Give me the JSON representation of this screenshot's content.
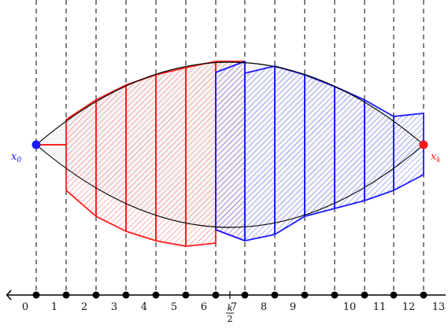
{
  "axis": {
    "tick_labels": [
      "0",
      "1",
      "2",
      "3",
      "4",
      "5",
      "6",
      "7",
      "8",
      "9",
      "10",
      "11",
      "12",
      "13"
    ],
    "midpoint_label": {
      "numerator": "k",
      "denominator": "2"
    }
  },
  "points": {
    "start": {
      "label": "x",
      "subscript": "0",
      "color": "#1a1aff"
    },
    "end": {
      "label": "x",
      "subscript": "k",
      "color": "#ff1a1a"
    }
  },
  "colors": {
    "left_family": "#ff1a1a",
    "right_family": "#1a1aff",
    "outline": "#000000",
    "grid": "#000000"
  }
}
